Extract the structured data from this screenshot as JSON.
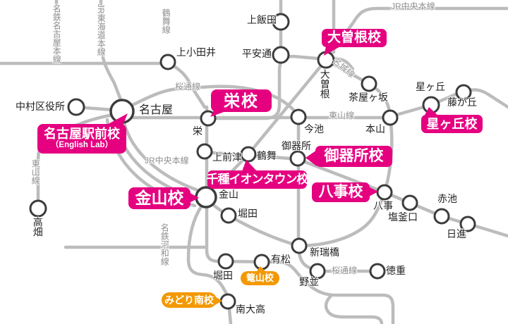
{
  "map": {
    "colors": {
      "rail_line": "#bcbcbc",
      "station_stroke": "#3c3c3c",
      "school_pink": "#e50080",
      "school_orange": "#f39800"
    },
    "line_labels": [
      "名鉄名古屋本線",
      "JR東海道本線",
      "鶴舞線",
      "JR中央本線",
      "桜通線",
      "名城線",
      "東山線",
      "東山線",
      "JR中央本線",
      "名鉄河和線",
      "桜通線"
    ],
    "stations": [
      "上小田井",
      "中村区役所",
      "名古屋",
      "高畑",
      "上飯田",
      "平安通",
      "大曽根",
      "茶屋ヶ坂",
      "星ヶ丘",
      "藤が丘",
      "栄",
      "今池",
      "本山",
      "御器所",
      "鶴舞",
      "上前津",
      "金山",
      "堀田",
      "新瑞橋",
      "八事",
      "塩釜口",
      "赤池",
      "日進",
      "堀田",
      "有松",
      "野並",
      "徳重",
      "南大高"
    ],
    "schools": [
      {
        "name": "名古屋駅前校",
        "sub": "（English Lab）",
        "color": "pink"
      },
      {
        "name": "栄校",
        "color": "pink"
      },
      {
        "name": "大曽根校",
        "color": "pink"
      },
      {
        "name": "星ヶ丘校",
        "color": "pink"
      },
      {
        "name": "御器所校",
        "color": "pink"
      },
      {
        "name": "千種イオンタウン校",
        "color": "pink"
      },
      {
        "name": "金山校",
        "color": "pink"
      },
      {
        "name": "八事校",
        "color": "pink"
      },
      {
        "name": "篭山校",
        "color": "orange"
      },
      {
        "name": "みどり南校",
        "color": "orange"
      }
    ]
  }
}
